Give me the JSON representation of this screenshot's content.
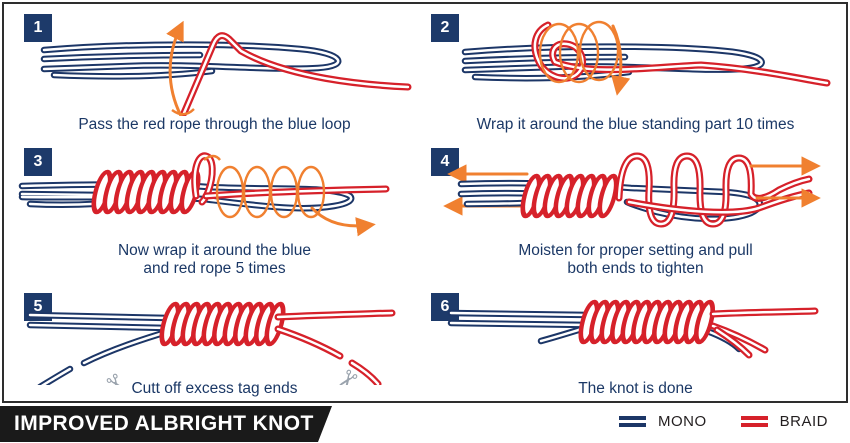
{
  "steps": [
    {
      "number": "1",
      "lines": [
        "Pass the red rope through the blue loop"
      ]
    },
    {
      "number": "2",
      "lines": [
        "Wrap it around the blue standing part 10 times"
      ]
    },
    {
      "number": "3",
      "lines": [
        "Now wrap it around the blue",
        "and red rope 5 times"
      ]
    },
    {
      "number": "4",
      "lines": [
        "Moisten for proper setting and pull",
        "both ends to tighten"
      ]
    },
    {
      "number": "5",
      "lines": [
        "Cutt off excess tag ends"
      ]
    },
    {
      "number": "6",
      "lines": [
        "The knot is done"
      ]
    }
  ],
  "footer": {
    "title": "IMPROVED ALBRIGHT KNOT",
    "legend": [
      {
        "label": "MONO",
        "color": "#1c3667"
      },
      {
        "label": "BRAID",
        "color": "#d6212a"
      }
    ]
  },
  "colors": {
    "mono_navy": "#1c3667",
    "braid_red": "#d6212a",
    "arrow_orange": "#f08030",
    "badge_navy": "#1d3a6a",
    "banner_black": "#1a1a1a",
    "caption_navy": "#1b3866"
  }
}
